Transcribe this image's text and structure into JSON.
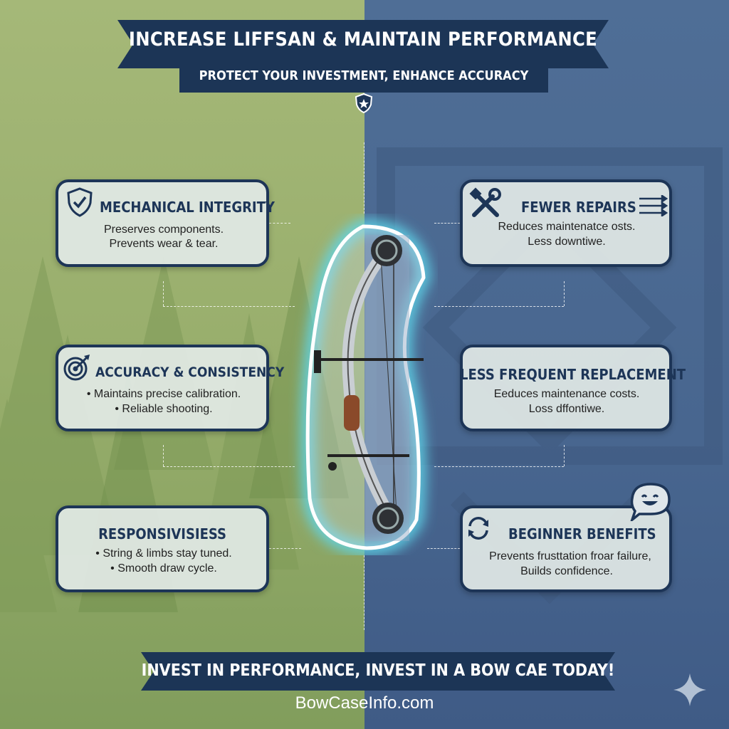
{
  "header": {
    "title": "INCREASE LIFFSAN & MAINTAIN PERFORMANCE",
    "subtitle": "PROTECT YOUR INVESTMENT, ENHANCE ACCURACY"
  },
  "cards": {
    "mechanical": {
      "title": "MECHANICAL INTEGRITY",
      "line1": "Preserves components.",
      "line2": "Prevents wear & tear."
    },
    "accuracy": {
      "title": "ACCURACY & CONSISTENCY",
      "line1": "• Maintains precise calibration.",
      "line2": "• Reliable shooting."
    },
    "responsiveness": {
      "title": "RESPONSIVISIESS",
      "line1": "• String & limbs stay tuned.",
      "line2": "• Smooth draw cycle."
    },
    "repairs": {
      "title": "FEWER REPAIRS",
      "line1": "Reduces maintenatce osts.",
      "line2": "Less downtiwe."
    },
    "replacement": {
      "title": "LESS FREQUENT REPLACEMENT",
      "line1": "Eeduces maintenance costs.",
      "line2": "Loss dffontiwe."
    },
    "beginner": {
      "title": "BEGINNER BENEFITS",
      "line1": "Prevents frusttation froar failure,",
      "line2": "Builds confidence."
    }
  },
  "footer": {
    "cta": "INVEST IN PERFORMANCE, INVEST IN A BOW CAE TODAY!",
    "site": "BowCaseInfo.com"
  },
  "icons": [
    "shield-check-icon",
    "target-icon",
    "wrench-screwdriver-icon",
    "arrows-icon",
    "refresh-icon",
    "smiley-chat-icon",
    "shield-star-icon",
    "sparkle-icon"
  ],
  "colors": {
    "navy": "#1d3557",
    "green_bg": "#a5b878",
    "blue_bg": "#4f6e96",
    "glow": "#5fd6ea"
  }
}
